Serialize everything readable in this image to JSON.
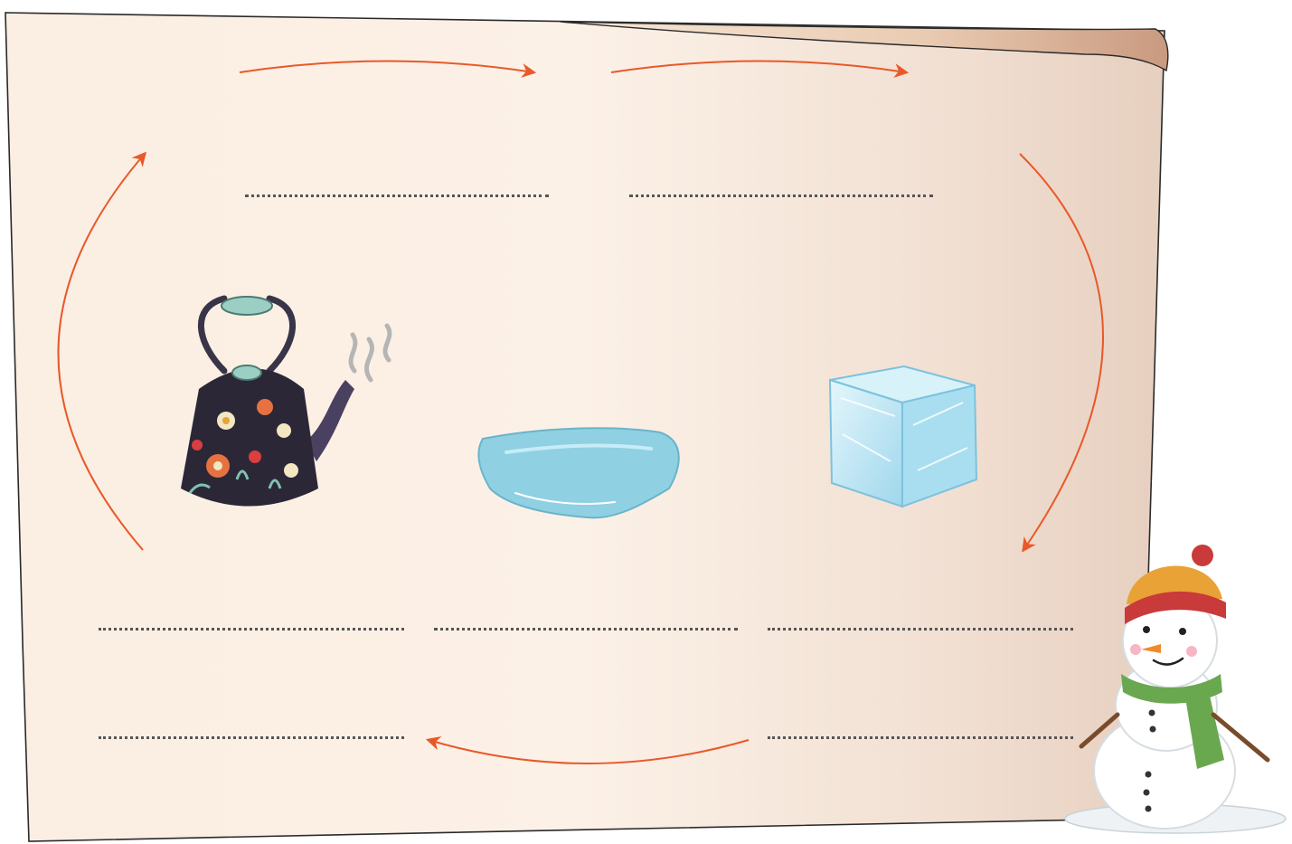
{
  "worksheet": {
    "theme": "water-cycle-states",
    "illustrations": [
      {
        "name": "steaming-kettle",
        "state": "gas"
      },
      {
        "name": "water-puddle",
        "state": "liquid"
      },
      {
        "name": "ice-cube",
        "state": "solid"
      },
      {
        "name": "snowman",
        "state": "decoration"
      }
    ],
    "blank_count": 7,
    "colors": {
      "paper_light": "#fcf1e7",
      "paper_dark": "#e8d3c4",
      "arrow": "#e8592a",
      "water": "#8fd0e2",
      "ice": "#bfe6f3",
      "kettle": "#2c2737"
    }
  }
}
